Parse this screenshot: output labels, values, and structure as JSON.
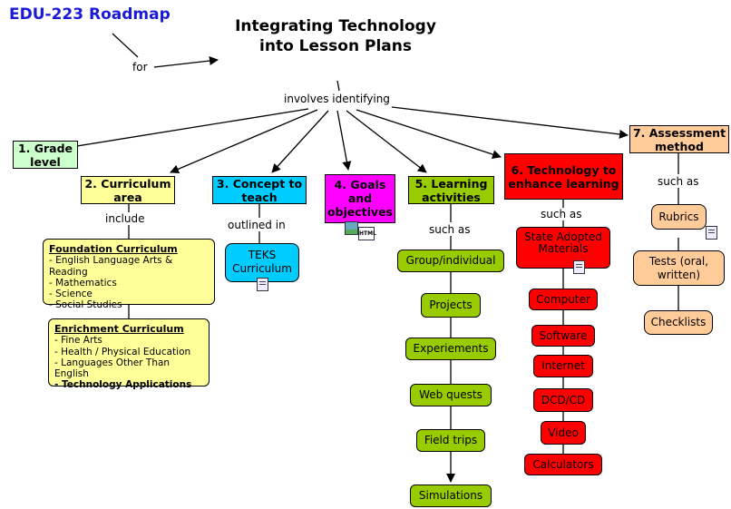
{
  "header": {
    "roadmap_title": "EDU-223 Roadmap",
    "main_title": "Integrating Technology into Lesson Plans"
  },
  "links": {
    "for": "for",
    "involves": "involves identifying",
    "include": "include",
    "outlined_in": "outlined in",
    "such_as_5": "such as",
    "such_as_6": "such as",
    "such_as_7": "such as"
  },
  "nodes": {
    "grade_level": "1.  Grade level",
    "curriculum_area": "2.  Curriculum area",
    "concept": "3.  Concept to teach",
    "goals": "4.  Goals and objectives",
    "activities": "5.  Learning activities",
    "technology": "6.  Technology to enhance learning",
    "assessment": "7.  Assessment method"
  },
  "foundation": {
    "title": "Foundation Curriculum",
    "items": [
      "- English Language Arts & Reading",
      "- Mathematics",
      "- Science",
      "- Social Studies"
    ]
  },
  "enrichment": {
    "title": "Enrichment Curriculum",
    "items": [
      "- Fine Arts",
      "- Health / Physical Education",
      "- Languages Other Than English"
    ],
    "bold_item": "- Technology Applications"
  },
  "teks": "TEKS Curriculum",
  "activities": [
    "Group/individual",
    "Projects",
    "Experiements",
    "Web quests",
    "Field trips",
    "Simulations"
  ],
  "technology_items": [
    "State Adopted Materials",
    "Computer",
    "Software",
    "Internet",
    "DCD/CD",
    "Video",
    "Calculators"
  ],
  "assessment_items": [
    "Rubrics",
    "Tests (oral, written)",
    "Checklists"
  ],
  "colors": {
    "title_blue": "#1a1ad6",
    "grade": "#ccffcc",
    "curriculum": "#ffff99",
    "concept": "#00ccff",
    "goals": "#ff00ff",
    "activities": "#99cc00",
    "technology": "#ff0000",
    "assessment": "#ffcc99"
  },
  "icons": [
    "document-icon",
    "image-icon",
    "html-icon"
  ]
}
